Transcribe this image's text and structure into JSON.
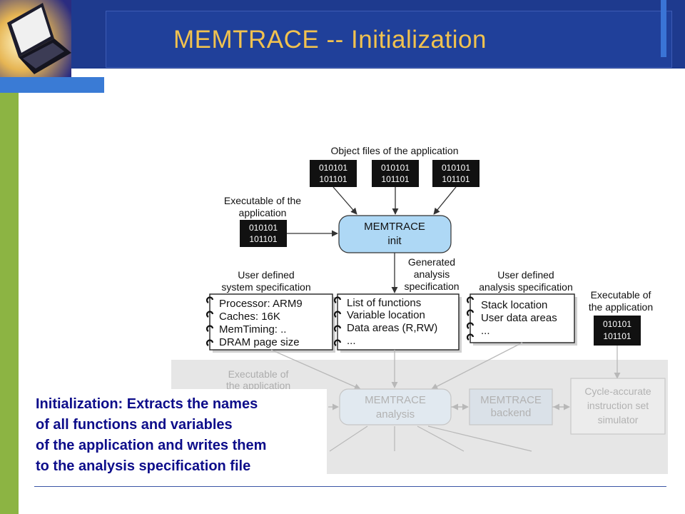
{
  "slide": {
    "title": "MEMTRACE -- Initialization",
    "colors": {
      "header": "#1e3a8e",
      "title": "#f1c24f",
      "left_bar": "#8cb443",
      "accent": "#3a7bd5",
      "callout_text": "#0d0d8a"
    }
  },
  "diagram": {
    "object_files_label": "Object files of the application",
    "binary_line1": "010101",
    "binary_line2": "101101",
    "executable_label_line1": "Executable of the",
    "executable_label_line2": "application",
    "memtrace_init_line1": "MEMTRACE",
    "memtrace_init_line2": "init",
    "generated_line1": "Generated",
    "generated_line2": "analysis",
    "generated_line3": "specification",
    "user_sys_line1": "User defined",
    "user_sys_line2": "system specification",
    "user_ana_line1": "User defined",
    "user_ana_line2": "analysis specification",
    "exec_right_line1": "Executable of",
    "exec_right_line2": "the application",
    "sys_spec_items": [
      "Processor: ARM9",
      "Caches: 16K",
      "MemTiming: ..",
      "DRAM page size"
    ],
    "gen_spec_items": [
      "List of  functions",
      "Variable location",
      "Data areas (R,RW)",
      "..."
    ],
    "ana_spec_items": [
      "Stack location",
      "User data areas",
      "..."
    ],
    "faded_exec_line1": "Executable of",
    "faded_exec_line2": "the application",
    "memtrace_analysis_line1": "MEMTRACE",
    "memtrace_analysis_line2": "analysis",
    "memtrace_backend_line1": "MEMTRACE",
    "memtrace_backend_line2": "backend",
    "simulator_line1": "Cycle-accurate",
    "simulator_line2": "instruction set",
    "simulator_line3": "simulator"
  },
  "callout": {
    "line1": "Initialization: Extracts the names",
    "line2": "of all functions and variables",
    "line3": "of the application and writes them",
    "line4": "to the analysis specification file"
  }
}
